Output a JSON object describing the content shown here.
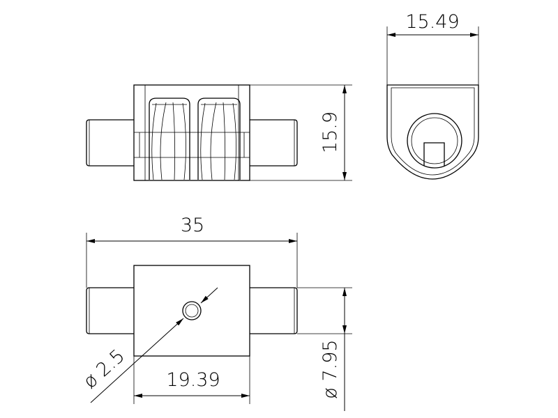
{
  "drawing": {
    "dimensions": {
      "end_width": "15.49",
      "side_height": "15.9",
      "overall_length": "35",
      "body_length": "19.39",
      "hole_diameter": "ø 2.5",
      "pin_diameter": "ø 7.95"
    }
  }
}
